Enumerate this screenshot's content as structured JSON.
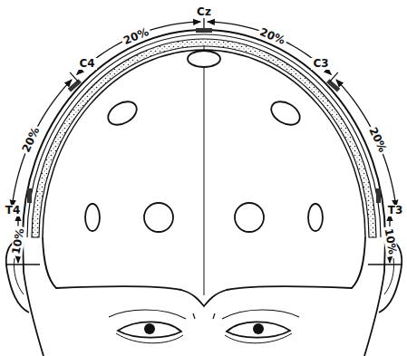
{
  "diagram": {
    "labels": [
      "Cz",
      "20%",
      "20%",
      "C4",
      "C3",
      "20%",
      "20%",
      "T4",
      "T3",
      "10%",
      "10%"
    ]
  }
}
